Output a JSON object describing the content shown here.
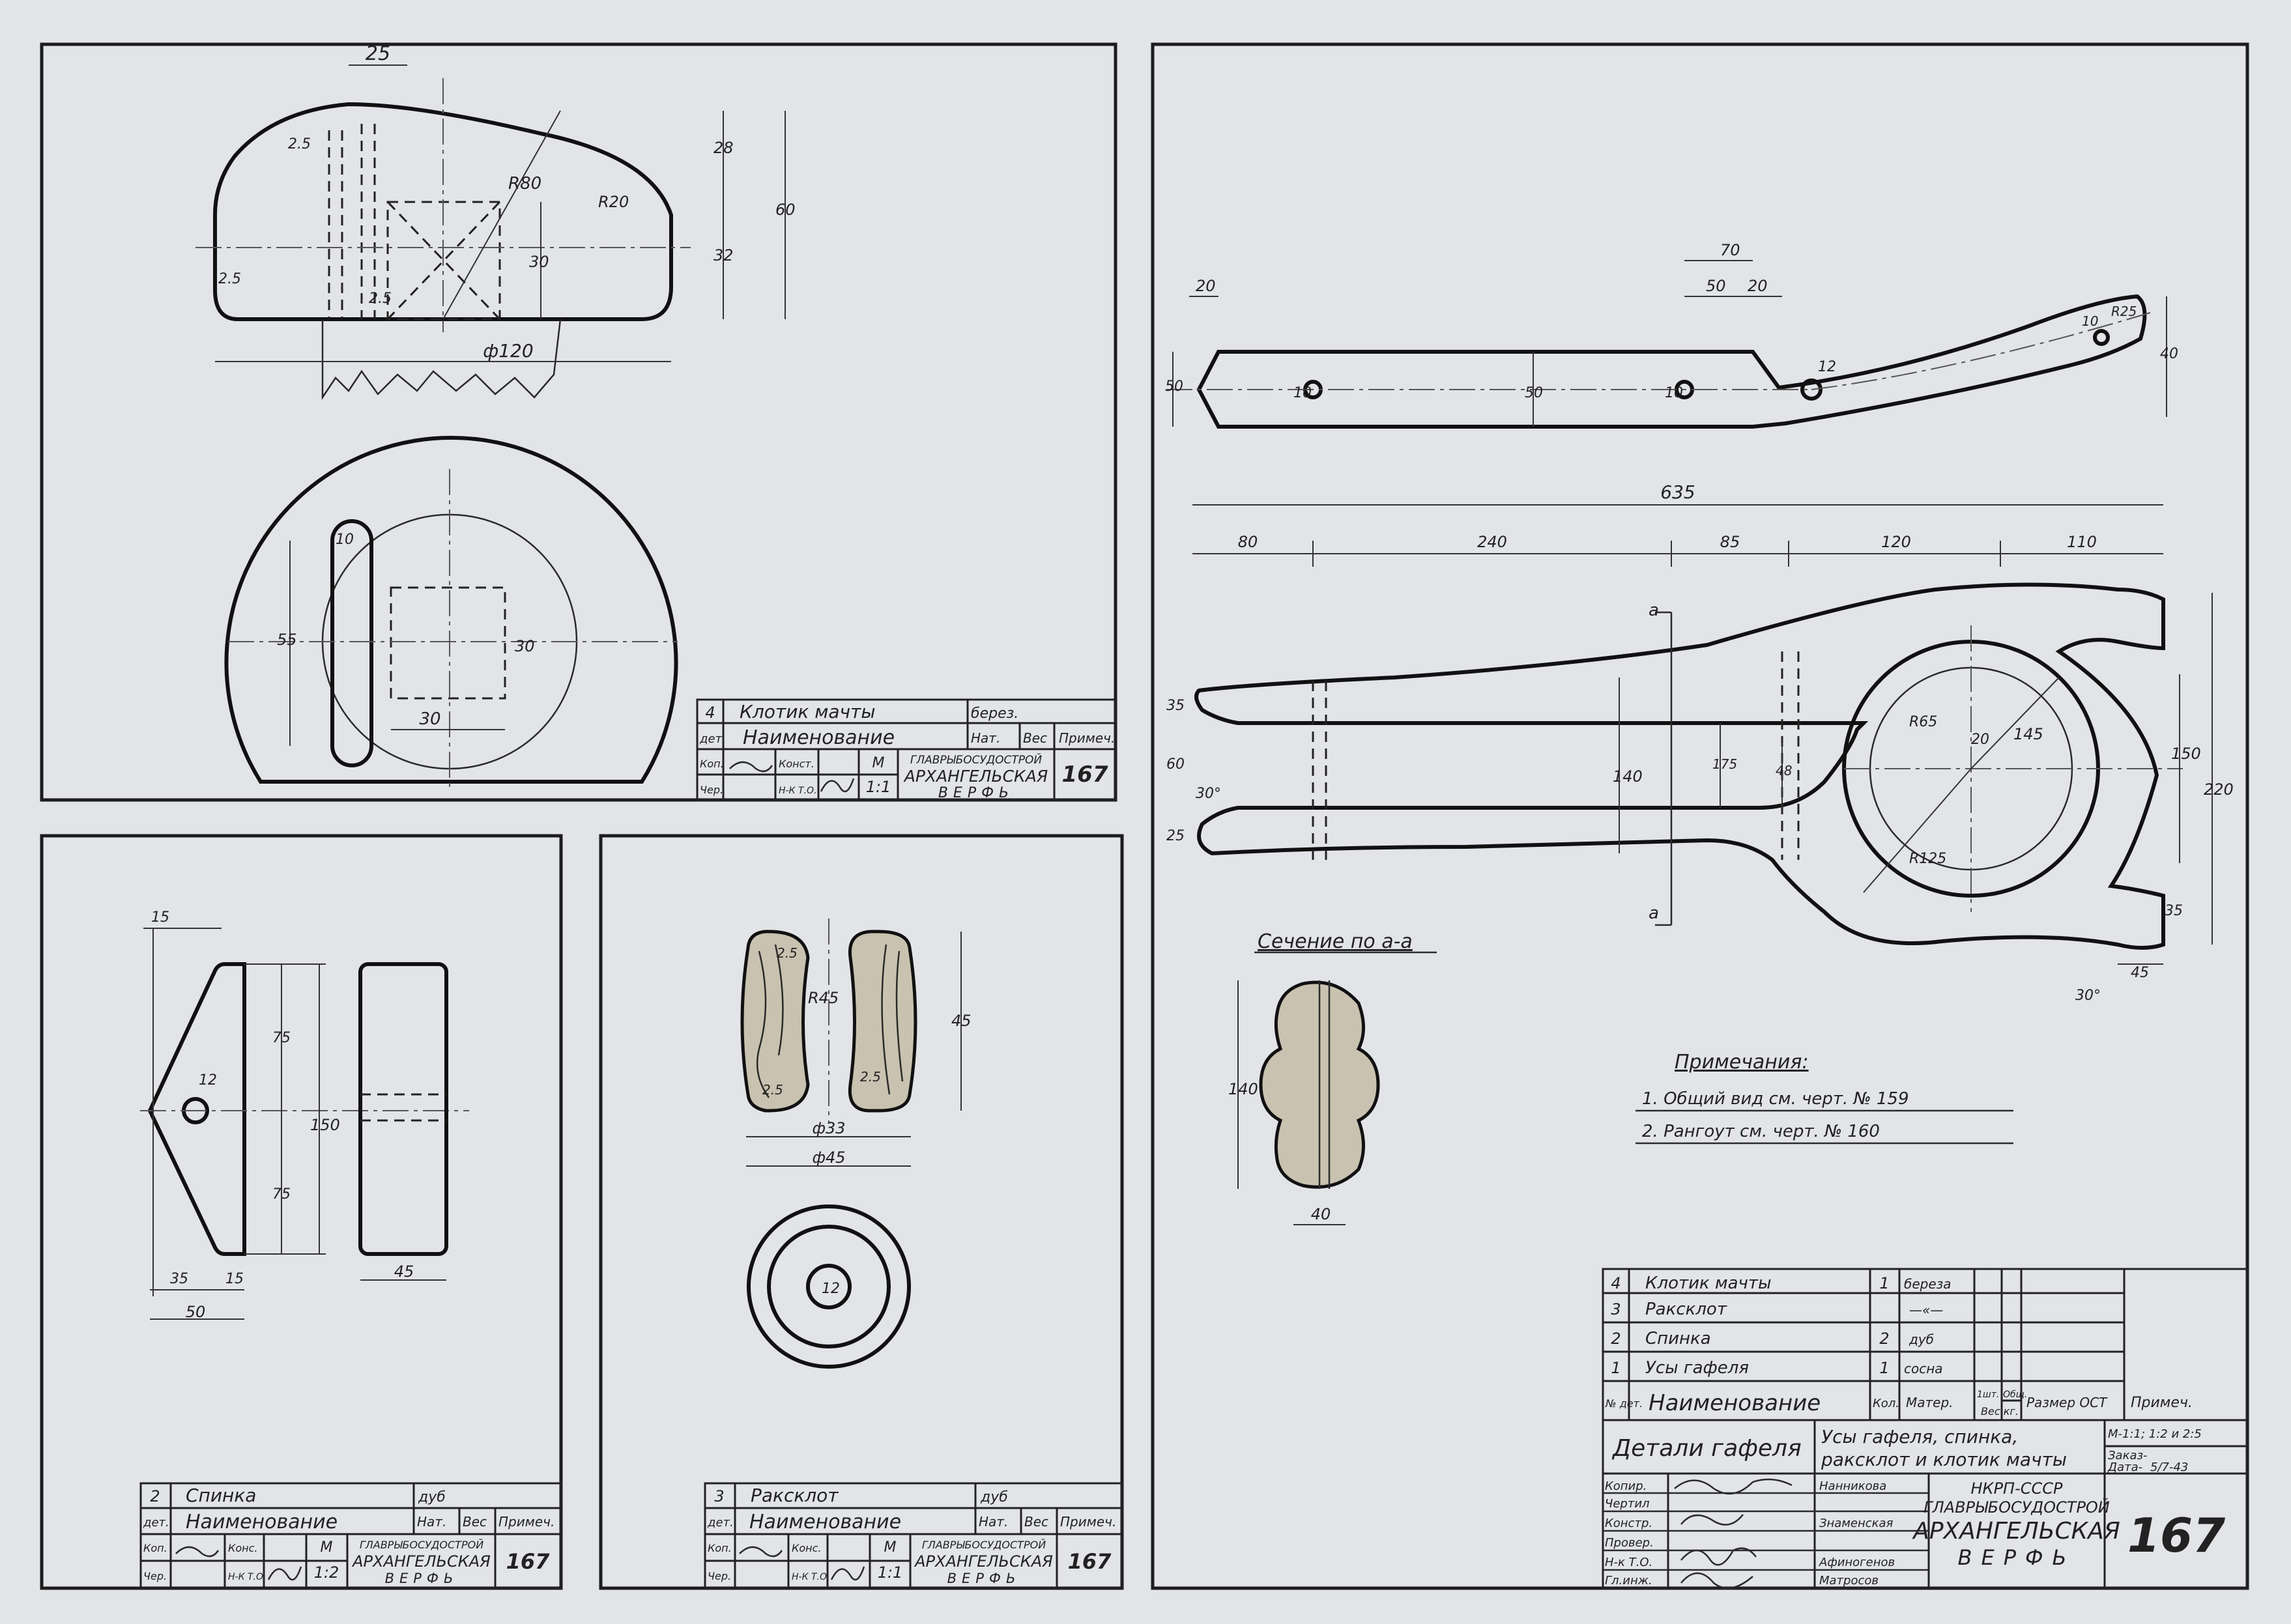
{
  "panel_top_left": {
    "dims": [
      "25",
      "2.5",
      "2.5",
      "2.5",
      "R80",
      "R20",
      "28",
      "32",
      "60",
      "30",
      "ф120",
      "10",
      "55",
      "30",
      "30"
    ],
    "title_block": {
      "row": {
        "no": "4",
        "name": "Клотик мачты",
        "mat": "берез."
      },
      "header": {
        "det": "дет.",
        "name": "Наименование",
        "mat": "Нат.",
        "wt": "Вес",
        "note": "Примеч."
      },
      "sign1": {
        "a": "Коп.",
        "b": "Конст."
      },
      "sign2": {
        "a": "Чер.",
        "b": "Н-К Т.О."
      },
      "scale_label": "М",
      "scale": "1:1",
      "org": [
        "ГЛАВРЫБОСУДОСТРОЙ",
        "АРХАНГЕЛЬСКАЯ",
        "ВЕРФЬ"
      ],
      "number": "167"
    }
  },
  "panel_bottom_left": {
    "dims": [
      "15",
      "12",
      "75",
      "150",
      "75",
      "35",
      "15",
      "50",
      "45"
    ],
    "title_block": {
      "row": {
        "no": "2",
        "name": "Спинка",
        "mat": "дуб"
      },
      "header": {
        "det": "дет.",
        "name": "Наименование",
        "mat": "Нат.",
        "wt": "Вес",
        "note": "Примеч."
      },
      "sign1": {
        "a": "Коп.",
        "b": "Конс."
      },
      "sign2": {
        "a": "Чер.",
        "b": "Н-К Т.О."
      },
      "scale_label": "М",
      "scale": "1:2",
      "org": [
        "ГЛАВРЫБОСУДОСТРОЙ",
        "АРХАНГЕЛЬСКАЯ",
        "ВЕРФЬ"
      ],
      "number": "167"
    }
  },
  "panel_bottom_mid": {
    "dims": [
      "R45",
      "2.5",
      "2.5",
      "2.5",
      "45",
      "ф33",
      "ф45",
      "12"
    ],
    "title_block": {
      "row": {
        "no": "3",
        "name": "Раксклот",
        "mat": "дуб"
      },
      "header": {
        "det": "дет.",
        "name": "Наименование",
        "mat": "Нат.",
        "wt": "Вес",
        "note": "Примеч."
      },
      "sign1": {
        "a": "Коп.",
        "b": "Конс."
      },
      "sign2": {
        "a": "Чер.",
        "b": "Н-К Т.О."
      },
      "scale_label": "М",
      "scale": "1:1",
      "org": [
        "ГЛАВРЫБОСУДОСТРОЙ",
        "АРХАНГЕЛЬСКАЯ",
        "ВЕРФЬ"
      ],
      "number": "167"
    }
  },
  "panel_right": {
    "top_view_dims": [
      "20",
      "70",
      "50",
      "20",
      "50",
      "10",
      "50",
      "10",
      "12",
      "10",
      "R25",
      "40"
    ],
    "plan_dims": [
      "635",
      "80",
      "240",
      "85",
      "120",
      "110",
      "35",
      "60",
      "25",
      "30°",
      "140",
      "175",
      "48",
      "R65",
      "20",
      "145",
      "150",
      "220",
      "R125",
      "35",
      "45",
      "30°"
    ],
    "section_labels": [
      "a",
      "a"
    ],
    "section_title": "Сечение по а-а",
    "section_dims": [
      "140",
      "40"
    ],
    "notes": {
      "title": "Примечания:",
      "lines": [
        "1. Общий вид см. черт. № 159",
        "2. Рангоут см. черт. № 160"
      ]
    },
    "parts_list": [
      {
        "no": "4",
        "name": "Клотик мачты",
        "qty": "1",
        "mat": "береза"
      },
      {
        "no": "3",
        "name": "Раксклот",
        "qty": "",
        "mat": "—«—"
      },
      {
        "no": "2",
        "name": "Спинка",
        "qty": "2",
        "mat": "дуб"
      },
      {
        "no": "1",
        "name": "Усы гафеля",
        "qty": "1",
        "mat": "сосна"
      }
    ],
    "parts_header": {
      "det": "№ дет.",
      "name": "Наименование",
      "qty": "Кол.",
      "mat": "Матер.",
      "wt1": "1шт.",
      "wt2": "Общ.",
      "wt3": "Вес кг.",
      "size": "Размер ОСТ",
      "note": "Примеч."
    },
    "drawing_title": "Детали гафеля",
    "drawing_subtitle": [
      "Усы гафеля, спинка,",
      "раксклот и клотик мачты"
    ],
    "scales": "М-1:1; 1:2 и 2:5",
    "order": [
      "Заказ-",
      "Дата-"
    ],
    "order_val": "5/7-43",
    "signatures": [
      {
        "role": "Копир.",
        "name": ""
      },
      {
        "role": "Чертил",
        "name": "Нанникова"
      },
      {
        "role": "Констр.",
        "name": "Знаменская"
      },
      {
        "role": "Провер.",
        "name": ""
      },
      {
        "role": "Н-к Т.О.",
        "name": "Афиногенов"
      },
      {
        "role": "Гл.инж.",
        "name": "Матросов"
      }
    ],
    "org": [
      "НКРП-СССР",
      "ГЛАВРЫБОСУДОСТРОЙ",
      "АРХАНГЕЛЬСКАЯ",
      "ВЕРФЬ"
    ],
    "number": "167"
  }
}
